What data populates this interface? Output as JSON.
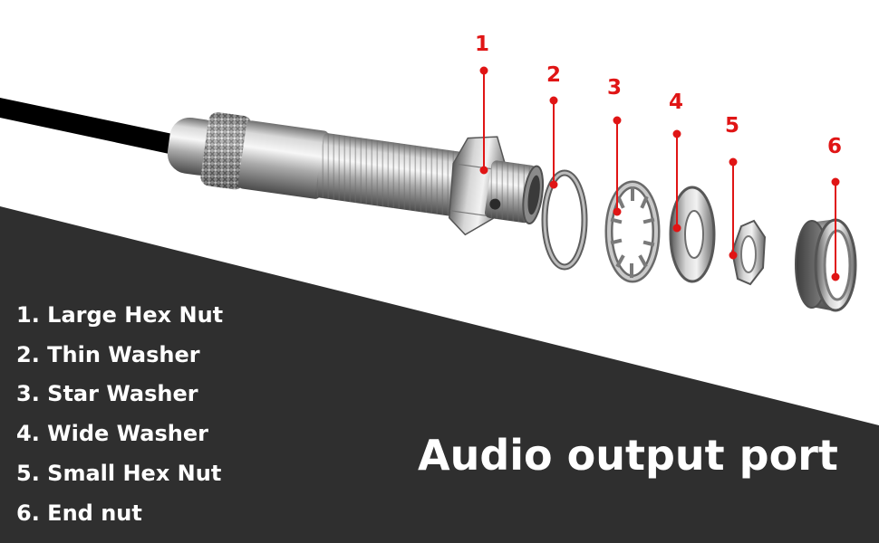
{
  "title": "Audio output port",
  "colors": {
    "background_dark": "#2f2f2f",
    "background_light": "#ffffff",
    "callout": "#e01515",
    "text": "#ffffff"
  },
  "parts": [
    {
      "number": "1",
      "label": "1. Large Hex Nut"
    },
    {
      "number": "2",
      "label": "2. Thin Washer"
    },
    {
      "number": "3",
      "label": "3. Star Washer"
    },
    {
      "number": "4",
      "label": "4. Wide Washer"
    },
    {
      "number": "5",
      "label": "5. Small Hex Nut"
    },
    {
      "number": "6",
      "label": "6. End nut"
    }
  ]
}
